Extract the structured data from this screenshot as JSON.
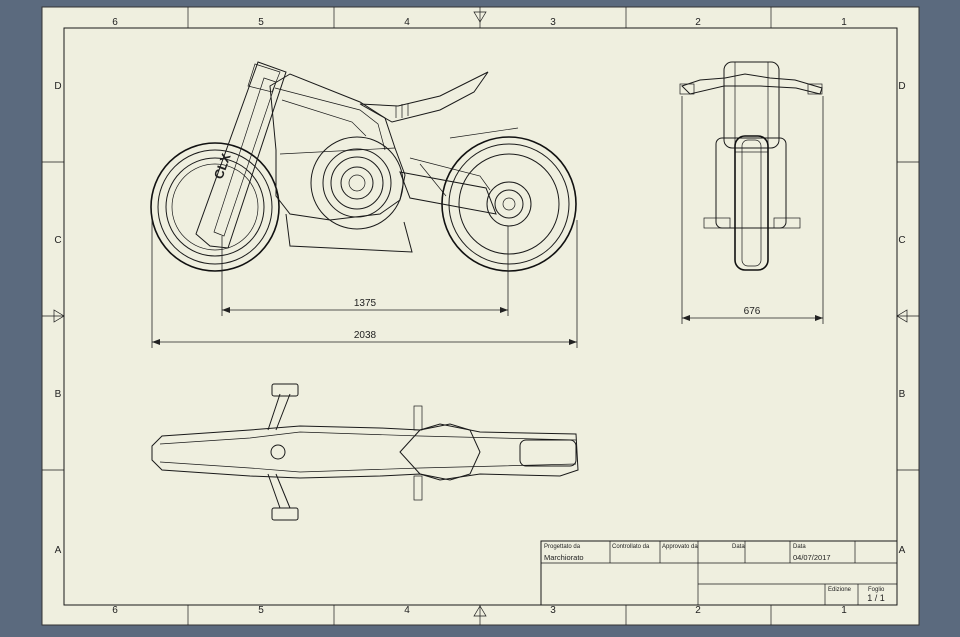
{
  "sheet": {
    "background": "#5b6a7e",
    "paper": "#efefdf",
    "line": "#1a1a1a"
  },
  "zones": {
    "columns": [
      "6",
      "5",
      "4",
      "3",
      "2",
      "1"
    ],
    "rows": [
      "D",
      "C",
      "B",
      "A"
    ]
  },
  "dimensions": {
    "wheelbase": "1375",
    "overall_length": "2038",
    "width": "676"
  },
  "logo": {
    "text": "CLX"
  },
  "title_block": {
    "designed_by_label": "Progettato da",
    "designed_by_value": "Marchiorato",
    "checked_by_label": "Controllato da",
    "approved_by_label": "Approvato da",
    "date_label_1": "Data",
    "date_label_2": "Data",
    "date_value": "04/07/2017",
    "edition_label": "Edizione",
    "sheet_label": "Foglio",
    "sheet_value": "1 / 1"
  }
}
